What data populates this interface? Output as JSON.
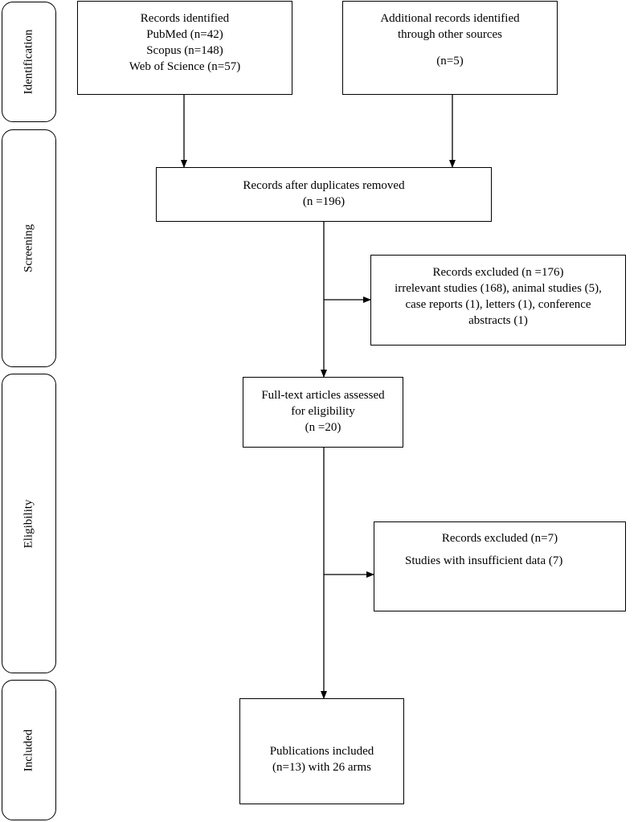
{
  "phases": {
    "identification": "Identification",
    "screening": "Screening",
    "eligibility": "Eligibility",
    "included": "Included"
  },
  "boxes": {
    "records_identified": {
      "lines": [
        "Records identified",
        "PubMed (n=42)",
        "Scopus (n=148)",
        "Web of Science (n=57)"
      ]
    },
    "additional_records": {
      "lines": [
        "Additional records identified",
        "through other sources",
        "(n=5)"
      ]
    },
    "after_duplicates": {
      "lines": [
        "Records after duplicates removed",
        "(n =196)"
      ]
    },
    "excluded_screening": {
      "lines": [
        "Records excluded (n =176)",
        "irrelevant studies (168), animal studies (5),",
        "case reports (1), letters (1), conference",
        "abstracts (1)"
      ]
    },
    "full_text": {
      "lines": [
        "Full-text articles assessed",
        "for eligibility",
        "(n =20)"
      ]
    },
    "excluded_eligibility": {
      "lines": [
        "Records excluded (n=7)",
        "Studies with insufficient data (7)"
      ]
    },
    "included": {
      "lines": [
        "Publications included",
        "(n=13) with 26 arms"
      ]
    }
  }
}
